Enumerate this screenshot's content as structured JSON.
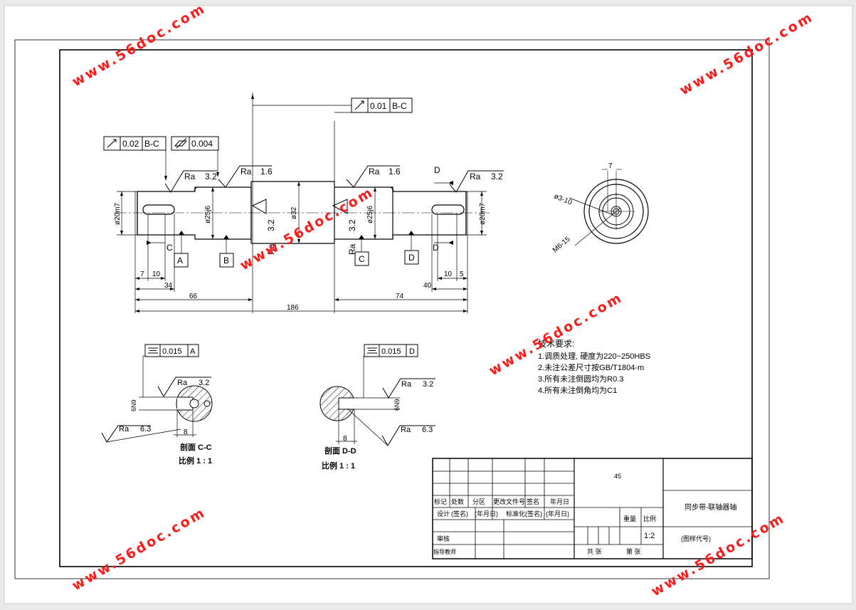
{
  "watermark": "www.56doc.com",
  "tolerances": {
    "runout_left": "0.02",
    "runout_left_ref": "B-C",
    "cyl_left": "0.004",
    "runout_mid": "0.01",
    "runout_mid_ref": "B-C",
    "sym_c": "0.015",
    "sym_c_ref": "A",
    "sym_d": "0.015",
    "sym_d_ref": "D"
  },
  "roughness": {
    "ra": "Ra",
    "v32": "3.2",
    "v16": "1.6",
    "v63": "6.3"
  },
  "diameters": {
    "d20_left": "ø20m7",
    "d25_left": "ø25j6",
    "d32": "ø32",
    "d25_right": "ø25j6",
    "d20_right": "ø20m7"
  },
  "datums": {
    "a": "A",
    "b": "B",
    "c": "C",
    "d": "D"
  },
  "section_marks": {
    "c": "C",
    "d": "D"
  },
  "dimensions": {
    "d7": "7",
    "d10": "10",
    "d34": "34",
    "d66": "66",
    "d186": "186",
    "d74": "74",
    "d40": "40",
    "d10r": "10",
    "d5": "5",
    "end7": "7",
    "hole": "ø3-10",
    "thread": "M6-15",
    "keyc": "6N9",
    "keyc8": "8",
    "keyd": "6N9",
    "keyd8": "8"
  },
  "sections": {
    "c_title": "剖面  C-C",
    "c_scale": "比例   1 : 1",
    "d_title": "剖面    D-D",
    "d_scale": "比例   1 : 1"
  },
  "tech": {
    "heading": "技术要求:",
    "items": [
      "1.调质处理, 硬度为220~250HBS",
      "2.未注公差尺寸按GB/T1804-m",
      "3.所有未注倒圆均为R0.3",
      "4.所有未注倒角均为C1"
    ]
  },
  "title_block": {
    "material": "45",
    "name": "同步带-联轴器轴",
    "code": "(图样代号)",
    "h_mark": "标记",
    "h_count": "处数",
    "h_zone": "分区",
    "h_doc": "更改文件号",
    "h_sign": "签名",
    "h_date": "年月日",
    "design": "设计",
    "sign1": "(签名)",
    "date1": "(年月日)",
    "std": "标准化",
    "sign2": "(签名)",
    "date2": "(年月日)",
    "weight": "重量",
    "scale_label": "比例",
    "scale_value": "1:2",
    "review": "审核",
    "advisor": "指导教师",
    "total": "共   张",
    "sheet": "第   张"
  }
}
